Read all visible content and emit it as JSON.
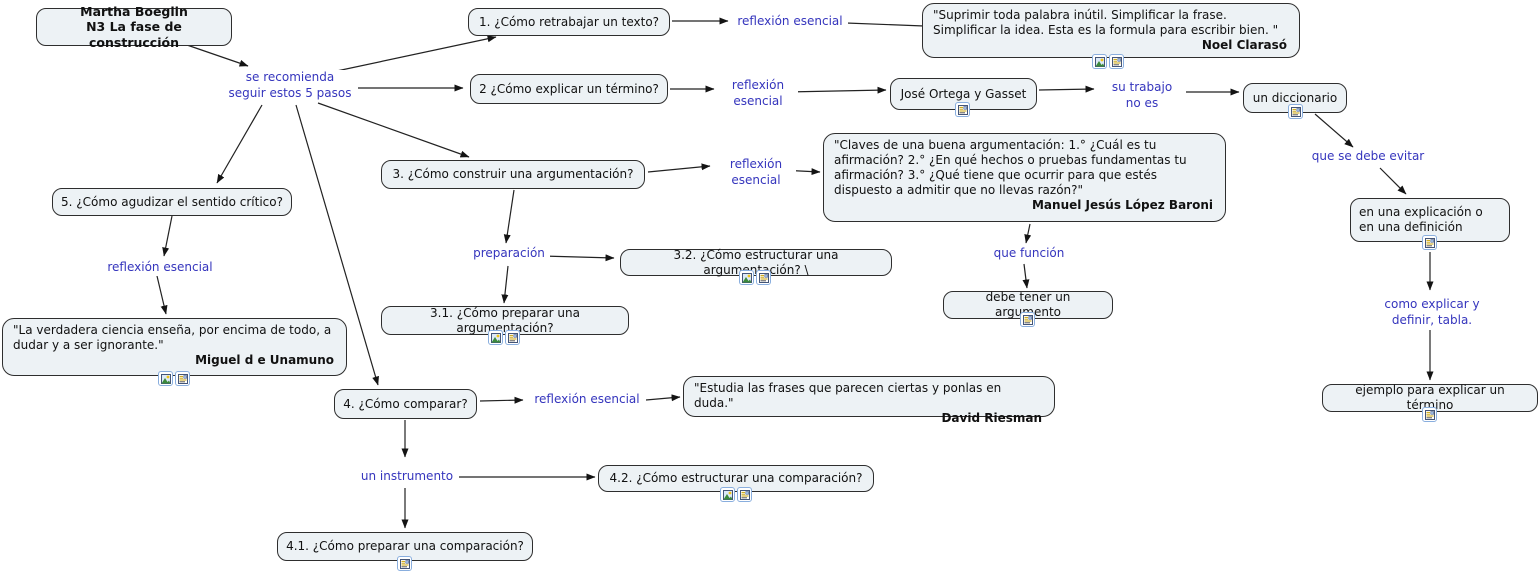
{
  "colors": {
    "node_fill": "#edf2f5",
    "node_border": "#2e2e2e",
    "link_label_text": "#3535bd",
    "connector_line": "#1a1a1a",
    "icon_border": "#89aede"
  },
  "icons": {
    "image_resource": "picture-resource-icon",
    "text_resource": "document-resource-icon"
  },
  "nodes": {
    "root": "Martha Boeglin\nN3 La fase de construcción",
    "q1": "1. ¿Cómo retrabajar un texto?",
    "q2": "2 ¿Cómo explicar un término?",
    "q3": "3. ¿Cómo construir una argumentación?",
    "q4": "4. ¿Cómo comparar?",
    "q5": "5. ¿Cómo agudizar el sentido crítico?",
    "q31": "3.1. ¿Cómo preparar una argumentación?",
    "q32": "3.2. ¿Cómo estructurar una argumentación? \\",
    "q41": "4.1. ¿Cómo preparar una comparación?",
    "q42": "4.2. ¿Cómo estructurar una comparación?",
    "jose": "José Ortega y Gasset",
    "diccionario": "un diccionario",
    "explicacion": "en una explicación o en una definición",
    "ejemplo": "ejemplo para explicar un término",
    "debe_tener": "debe tener un argumento"
  },
  "labels": {
    "hub": "se recomienda\nseguir estos 5 pasos",
    "reflexion1": "reflexión esencial",
    "reflexion2": "reflexión\nesencial",
    "reflexion3": "reflexión\nesencial",
    "reflexion4": "reflexión esencial",
    "reflexion5": "reflexión esencial",
    "su_trabajo": "su trabajo\nno es",
    "que_se_debe_evitar": "que se debe evitar",
    "como_explicar": "como explicar y\ndefinir, tabla.",
    "que_funcion": "que función",
    "preparacion": "preparación",
    "un_instrumento": "un instrumento"
  },
  "quotes": {
    "noel": {
      "text": "\"Suprimir toda palabra inútil. Simplificar la frase. Simplificar la idea. Esta es la formula para escribir bien. \"",
      "author": "Noel Clarasó"
    },
    "manuel": {
      "text": "\"Claves de una buena argumentación: 1.° ¿Cuál es tu afirmación? 2.° ¿En qué hechos o pruebas fundamentas tu afirmación? 3.° ¿Qué tiene que ocurrir para que estés dispuesto a admitir que no llevas razón?\"",
      "author": "Manuel Jesús López Baroni"
    },
    "miguel": {
      "text": "\"La verdadera ciencia enseña, por encima de todo, a dudar y a ser ignorante.\"",
      "author": "Miguel d e Unamuno"
    },
    "david": {
      "text": "\"Estudia las frases que parecen ciertas y ponlas en duda.\"",
      "author": "David Riesman"
    }
  }
}
